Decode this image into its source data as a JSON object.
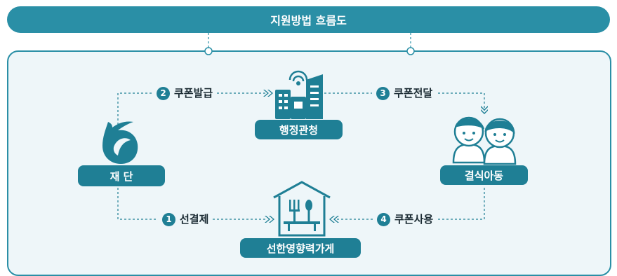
{
  "title": "지원방법 흐름도",
  "nodes": {
    "foundation": "재 단",
    "government": "행정관청",
    "children": "결식아동",
    "store": "선한영향력가게"
  },
  "steps": [
    {
      "num": "1",
      "label": "선결제"
    },
    {
      "num": "2",
      "label": "쿠폰발급"
    },
    {
      "num": "3",
      "label": "쿠폰전달"
    },
    {
      "num": "4",
      "label": "쿠폰사용"
    }
  ],
  "colors": {
    "primary": "#2a8fa6",
    "dark": "#1f7f95",
    "panel": "#eef6f9"
  }
}
